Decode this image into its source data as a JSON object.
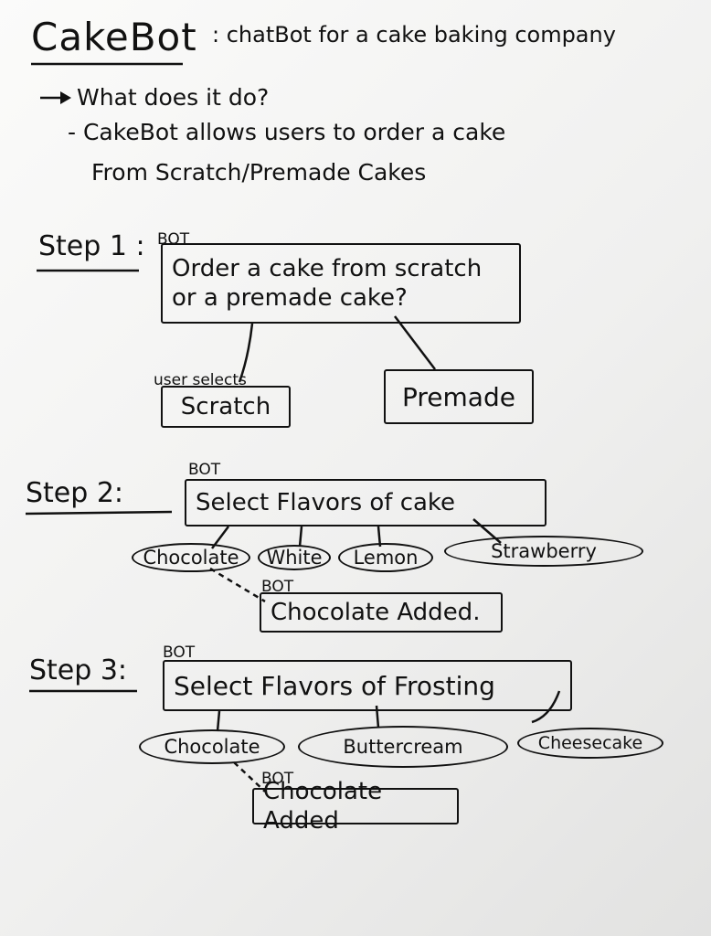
{
  "header": {
    "title": "CakeBot",
    "subtitle": ": chatBot for a cake baking company"
  },
  "intro": {
    "question": "What does it do?",
    "answer_line1": "- CakeBot allows users to order a cake",
    "answer_line2": "From Scratch/Premade Cakes"
  },
  "step1": {
    "label": "Step 1 :",
    "bot_tag": "BOT",
    "prompt_line1": "Order a cake from scratch",
    "prompt_line2": "or a premade cake?",
    "user_tag": "user selects",
    "options": [
      "Scratch",
      "Premade"
    ]
  },
  "step2": {
    "label": "Step 2:",
    "bot_tag": "BOT",
    "prompt": "Select Flavors of cake",
    "options": [
      "Chocolate",
      "White",
      "Lemon",
      "Strawberry"
    ],
    "reply_bot_tag": "BOT",
    "reply": "Chocolate Added."
  },
  "step3": {
    "label": "Step 3:",
    "bot_tag": "BOT",
    "prompt": "Select Flavors of Frosting",
    "options": [
      "Chocolate",
      "Buttercream",
      "Cheesecake"
    ],
    "reply_bot_tag": "BOT",
    "reply": "Chocolate Added"
  }
}
